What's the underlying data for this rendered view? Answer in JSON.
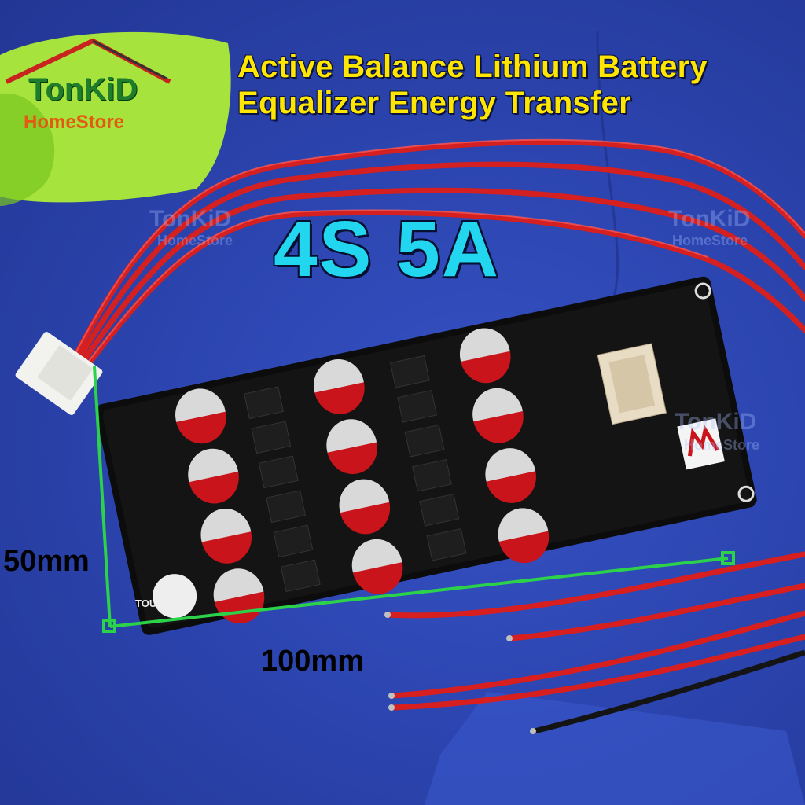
{
  "logo": {
    "brand": "TonKiD",
    "subtitle": "HomeStore"
  },
  "title": {
    "line1": "Active Balance Lithium Battery",
    "line2": "Equalizer Energy Transfer"
  },
  "spec": "4S 5A",
  "dimensions": {
    "height": "50mm",
    "width": "100mm"
  },
  "board": {
    "touch_label": "TOUCH"
  },
  "colors": {
    "title": "#ffe600",
    "spec": "#22d6f0",
    "dimension_lines": "#2bd24a",
    "wires": "#d42020",
    "board": "#141414",
    "capacitor_stripe": "#c8141a"
  }
}
